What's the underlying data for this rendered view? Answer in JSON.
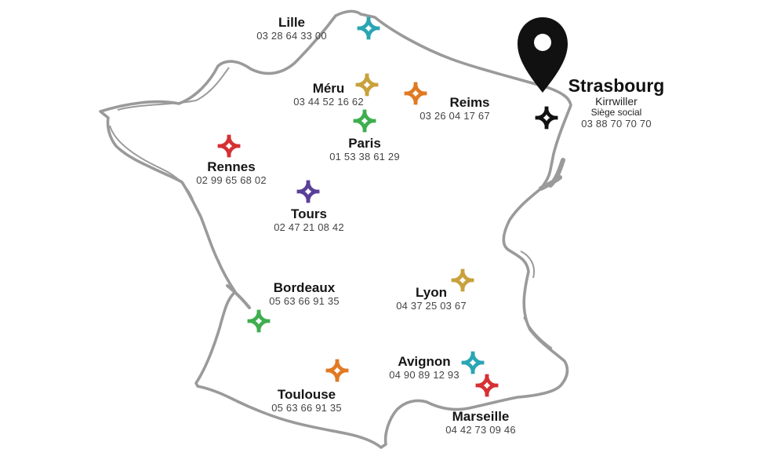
{
  "headquarters": {
    "name": "Strasbourg",
    "subtitle": "Kirrwiller",
    "note": "Siège social",
    "phone": "03 88 70 70 70",
    "color": "#111111"
  },
  "offices": [
    {
      "id": "lille",
      "name": "Lille",
      "phone": "03 28 64 33 00",
      "color": "#2aa5b3"
    },
    {
      "id": "meru",
      "name": "Méru",
      "phone": "03 44 52 16 62",
      "color": "#c9a13c"
    },
    {
      "id": "reims",
      "name": "Reims",
      "phone": "03 26 04 17 67",
      "color": "#e07a22"
    },
    {
      "id": "paris",
      "name": "Paris",
      "phone": "01 53 38 61 29",
      "color": "#3fae4f"
    },
    {
      "id": "rennes",
      "name": "Rennes",
      "phone": "02 99 65 68 02",
      "color": "#d63033"
    },
    {
      "id": "tours",
      "name": "Tours",
      "phone": "02 47 21 08 42",
      "color": "#5a3f98"
    },
    {
      "id": "bordeaux",
      "name": "Bordeaux",
      "phone": "05 63 66 91 35",
      "color": "#3fae4f"
    },
    {
      "id": "lyon",
      "name": "Lyon",
      "phone": "04 37 25 03 67",
      "color": "#c9a13c"
    },
    {
      "id": "avignon",
      "name": "Avignon",
      "phone": "04 90 89 12 93",
      "color": "#2aa5b3"
    },
    {
      "id": "toulouse",
      "name": "Toulouse",
      "phone": "05 63 66 91 35",
      "color": "#e07a22"
    },
    {
      "id": "marseille",
      "name": "Marseille",
      "phone": "04 42 73 09 46",
      "color": "#d63033"
    }
  ],
  "colors": {
    "country_outline": "#9a9a9a",
    "pin": "#111111"
  },
  "icons": {
    "office_marker": "star-marker-icon",
    "headquarters_pin": "map-pin-icon"
  }
}
